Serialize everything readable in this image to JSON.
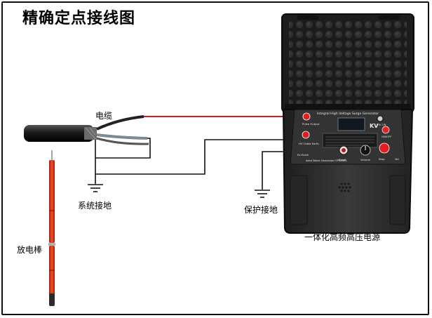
{
  "title": "精确定点接线图",
  "labels": {
    "cable": "电缆",
    "system_ground": "系统接地",
    "protective_ground": "保护接地",
    "discharge_rod": "放电棒",
    "generator": "一体化高频高压电源"
  },
  "panel": {
    "header": "Integral High Voltage Surge Generator",
    "kv_unit": "KV",
    "left_labels": [
      "Pulse Output",
      "HV Cable Earth",
      "Ex Earth"
    ],
    "bottom_label": "Isled Wave Generator EPG-DSL",
    "knob_label": "Volume",
    "right_labels": [
      "HV ON",
      "ON/OFF",
      "Reset",
      "Stop",
      "Vol"
    ]
  },
  "colors": {
    "wire": "#111111",
    "hv_wire": "#d61a1a",
    "case": "#2b2b2b",
    "panel": "#333333",
    "rod": "#e03a18"
  }
}
